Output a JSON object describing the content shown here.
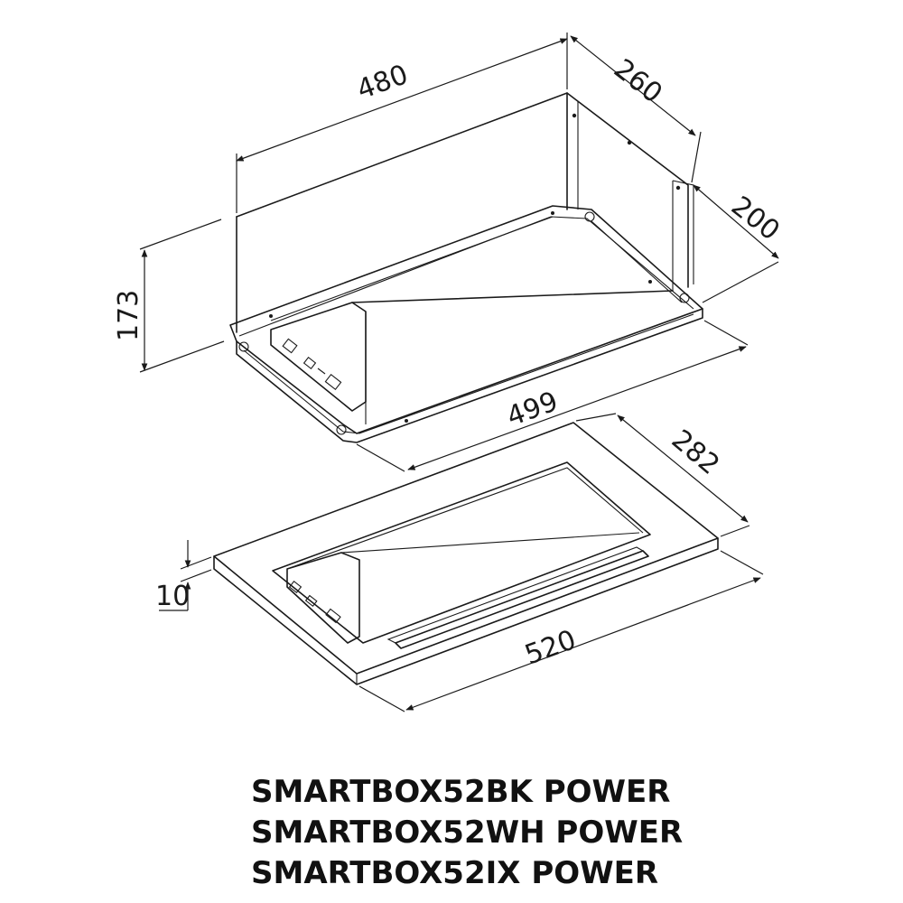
{
  "dimensions": {
    "width_top": "480",
    "depth_top": "260",
    "height_body": "173",
    "depth_side": "200",
    "width_frame": "499",
    "depth_frame": "282",
    "thickness_panel": "10",
    "width_panel": "520"
  },
  "models": [
    "SMARTBOX52BK POWER",
    "SMARTBOX52WH POWER",
    "SMARTBOX52IX POWER"
  ],
  "colors": {
    "line": "#1a1a1a",
    "background": "#ffffff"
  }
}
